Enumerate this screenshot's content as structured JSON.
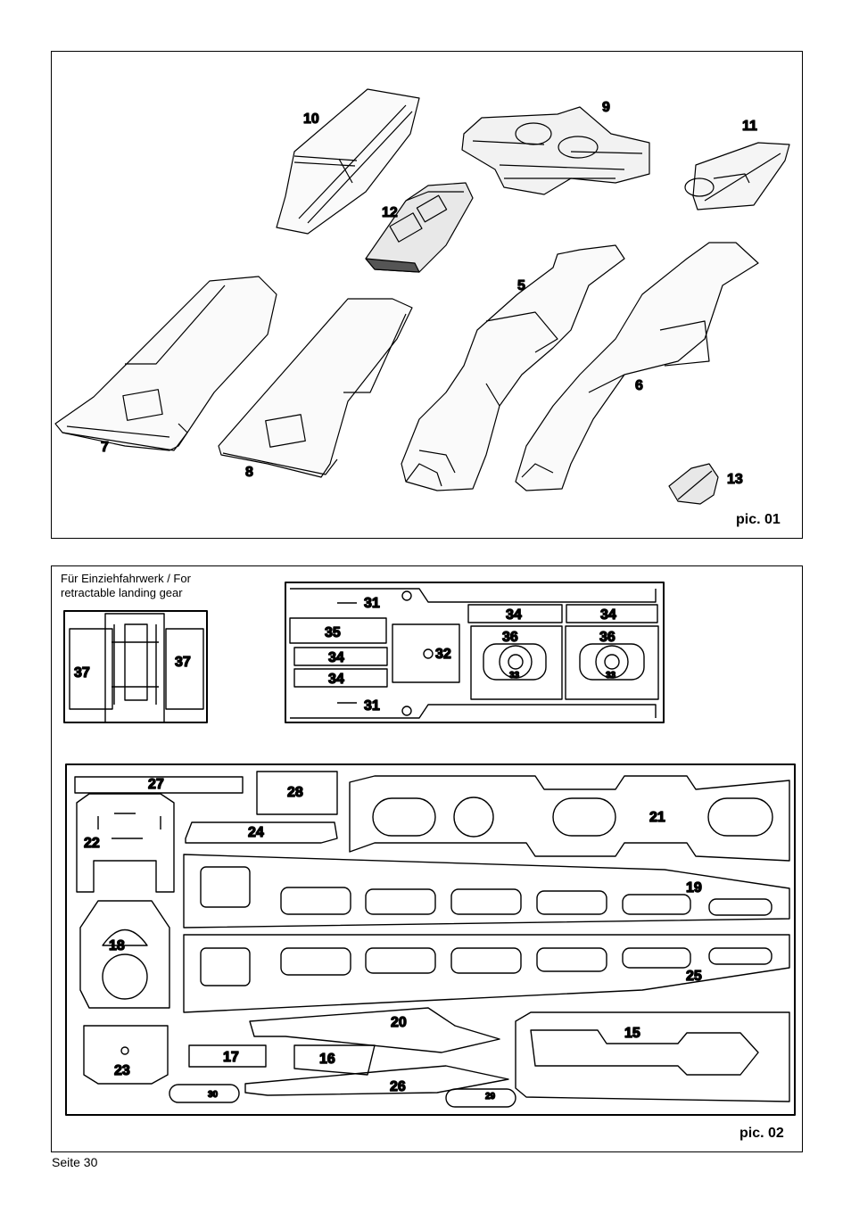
{
  "pic1": {
    "caption": "pic. 01",
    "parts": {
      "p5": "5",
      "p6": "6",
      "p7": "7",
      "p8": "8",
      "p9": "9",
      "p10": "10",
      "p11": "11",
      "p12": "12",
      "p13": "13"
    }
  },
  "pic2": {
    "caption": "pic. 02",
    "note_line1": "Für Einziehfahrwerk / For",
    "note_line2": "retractable landing gear",
    "parts": {
      "p15": "15",
      "p16": "16",
      "p17": "17",
      "p18": "18",
      "p19": "19",
      "p20": "20",
      "p21": "21",
      "p22": "22",
      "p23": "23",
      "p24": "24",
      "p25": "25",
      "p26": "26",
      "p27": "27",
      "p28": "28",
      "p29": "29",
      "p30": "30",
      "p31": "31",
      "p32": "32",
      "p33": "33",
      "p34": "34",
      "p35": "35",
      "p36": "36",
      "p37": "37"
    }
  },
  "footer": {
    "page": "Seite 30"
  }
}
